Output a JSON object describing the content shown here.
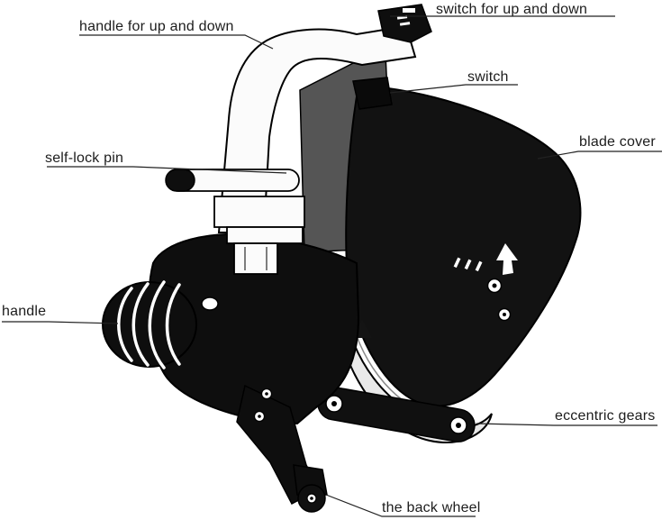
{
  "figure": {
    "background_color": "#ffffff",
    "ink_color": "#1a1a1a",
    "body_color": "#0e0e0e",
    "housing_gray": "#555555",
    "guard_band_color": "#e9e9e9"
  },
  "labels": {
    "handle_up_down": {
      "text": "handle for up and down"
    },
    "switch_up_down": {
      "text": "switch for up and down"
    },
    "switch": {
      "text": "switch"
    },
    "self_lock_pin": {
      "text": "self-lock pin"
    },
    "blade_cover": {
      "text": "blade cover"
    },
    "handle": {
      "text": "handle"
    },
    "eccentric_gears": {
      "text": "eccentric gears"
    },
    "back_wheel": {
      "text": "the back wheel"
    }
  }
}
